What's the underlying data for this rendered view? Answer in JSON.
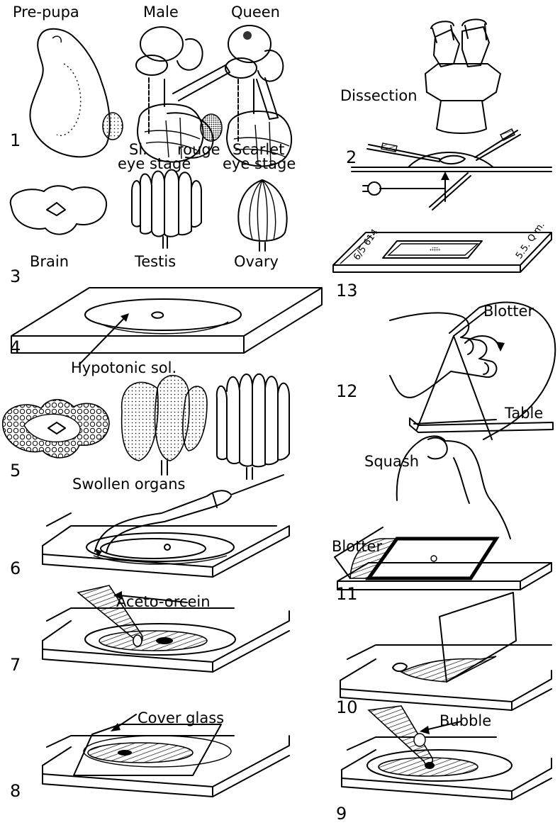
{
  "panel_numbers": {
    "p1": "1",
    "p2": "2",
    "p3": "3",
    "p4": "4",
    "p5": "5",
    "p6": "6",
    "p7": "7",
    "p8": "8",
    "p9": "9",
    "p10": "10",
    "p11": "11",
    "p12": "12",
    "p13": "13"
  },
  "stage_labels": {
    "prepupa": "Pre-pupa",
    "male": "Male",
    "queen": "Queen",
    "sl_rouge_1": "Sl.",
    "sl_rouge_2": "rouge",
    "sl_rouge_3": "eye stage",
    "scarlet_1": "Scarlet",
    "scarlet_2": "eye stage"
  },
  "organ_labels": {
    "brain": "Brain",
    "testis": "Testis",
    "ovary": "Ovary"
  },
  "step_labels": {
    "dissection": "Dissection",
    "hypotonic": "Hypotonic sol.",
    "swollen": "Swollen organs",
    "aceto_orcein": "Aceto-orcein",
    "cover_glass": "Cover glass",
    "bubble": "Bubble",
    "blotter_11": "Blotter",
    "blotter_12": "Blotter",
    "table": "Table",
    "squash": "Squash"
  },
  "slide_label": {
    "number": "6/5 614",
    "info": "5.5. Q m."
  }
}
